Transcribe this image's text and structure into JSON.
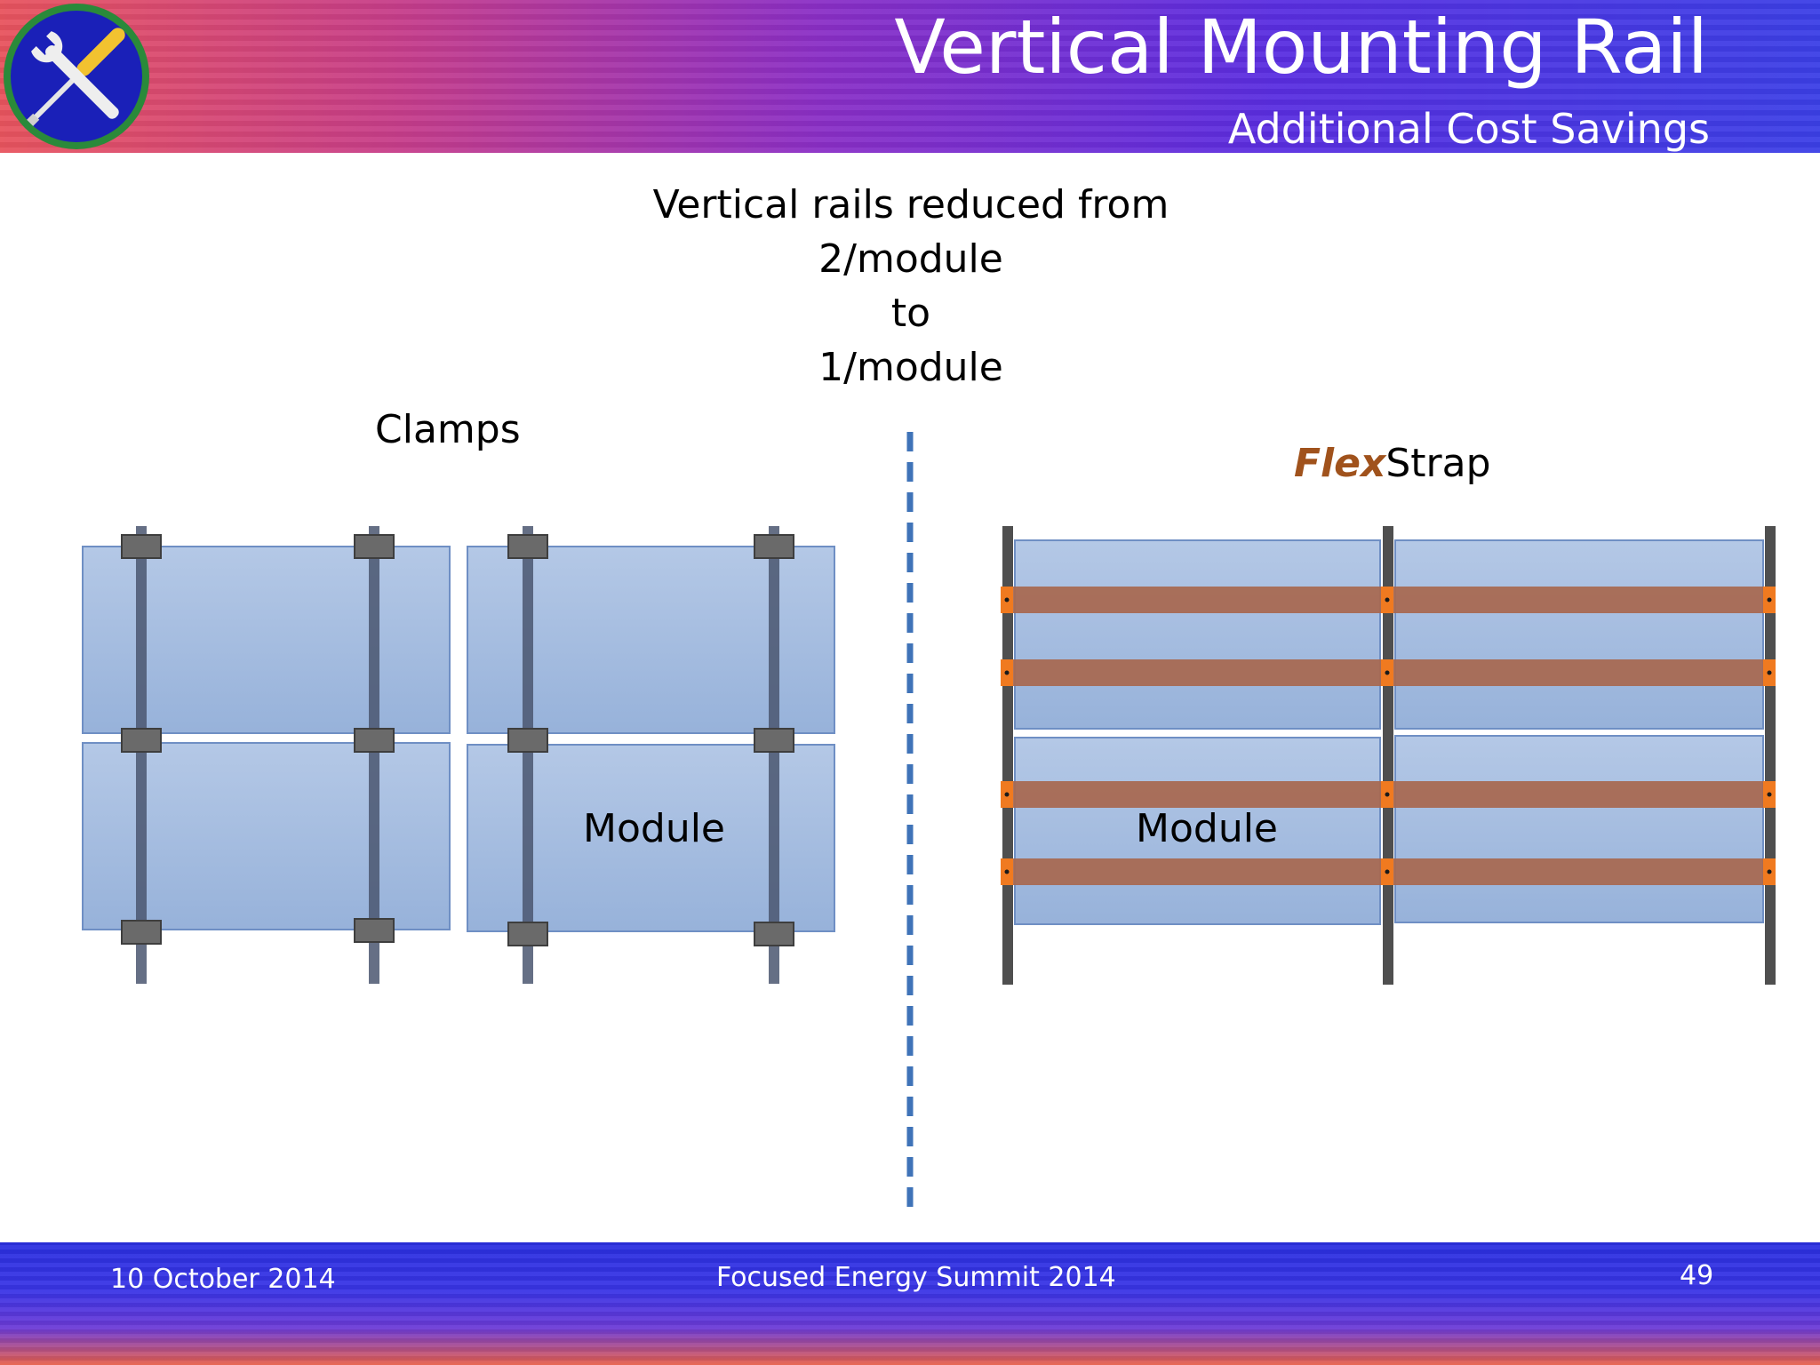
{
  "header": {
    "title": "Vertical Mounting Rail",
    "subtitle": "Additional Cost Savings"
  },
  "intro": {
    "line1": "Vertical rails reduced from",
    "line2": "2/module",
    "line3": "to",
    "line4": "1/module"
  },
  "left_panel": {
    "label": "Clamps",
    "module_label": "Module"
  },
  "right_panel": {
    "label_bold": "Flex",
    "label_rest": "Strap",
    "module_label": "Module"
  },
  "footer": {
    "date": "10 October 2014",
    "event": "Focused Energy Summit  2014",
    "page": "49"
  },
  "colors": {
    "module_fill": "#9fb7dc",
    "rail": "#4a5670",
    "clamp": "#5f5f5f",
    "strap": "#a8684f",
    "strap_end": "#f07a20",
    "divider": "#3f73b8",
    "flex_label": "#a0521c"
  }
}
